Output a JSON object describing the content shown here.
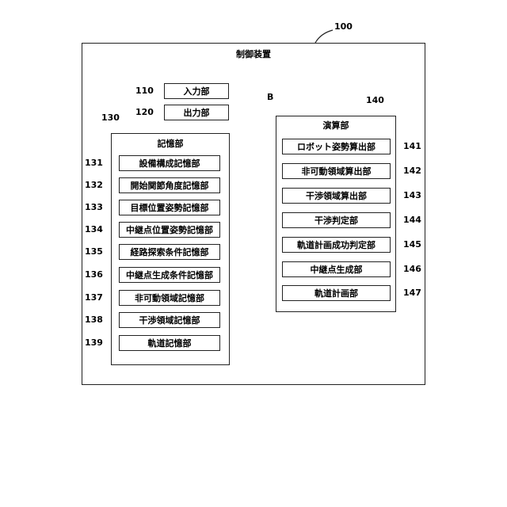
{
  "device": {
    "ref": "100",
    "title": "制御装置"
  },
  "bus": {
    "label": "B"
  },
  "io": [
    {
      "ref": "110",
      "label": "入力部"
    },
    {
      "ref": "120",
      "label": "出力部"
    }
  ],
  "storage": {
    "ref": "130",
    "title": "記憶部",
    "items": [
      {
        "ref": "131",
        "label": "設備構成記憶部"
      },
      {
        "ref": "132",
        "label": "開始関節角度記憶部"
      },
      {
        "ref": "133",
        "label": "目標位置姿勢記憶部"
      },
      {
        "ref": "134",
        "label": "中継点位置姿勢記憶部"
      },
      {
        "ref": "135",
        "label": "経路探索条件記憶部"
      },
      {
        "ref": "136",
        "label": "中継点生成条件記憶部"
      },
      {
        "ref": "137",
        "label": "非可動領域記憶部"
      },
      {
        "ref": "138",
        "label": "干渉領域記憶部"
      },
      {
        "ref": "139",
        "label": "軌道記憶部"
      }
    ]
  },
  "compute": {
    "ref": "140",
    "title": "演算部",
    "items": [
      {
        "ref": "141",
        "label": "ロボット姿勢算出部"
      },
      {
        "ref": "142",
        "label": "非可動領域算出部"
      },
      {
        "ref": "143",
        "label": "干渉領域算出部"
      },
      {
        "ref": "144",
        "label": "干渉判定部"
      },
      {
        "ref": "145",
        "label": "軌道計画成功判定部"
      },
      {
        "ref": "146",
        "label": "中継点生成部"
      },
      {
        "ref": "147",
        "label": "軌道計画部"
      }
    ]
  }
}
